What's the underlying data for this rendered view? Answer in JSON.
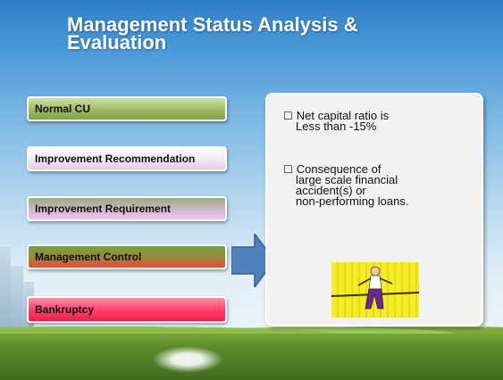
{
  "slide": {
    "title_line1": "Management Status Analysis &",
    "title_line2": "Evaluation"
  },
  "stages": [
    {
      "label": "Normal CU"
    },
    {
      "label": "Improvement Recommendation"
    },
    {
      "label": "Improvement Requirement"
    },
    {
      "label": "Management Control"
    },
    {
      "label": "Bankruptcy"
    }
  ],
  "criteria": {
    "bullet_glyph": "☐",
    "item1": {
      "line1": "Net capital ratio is",
      "line2": "Less than   -15%"
    },
    "item2": {
      "line1": "Consequence of",
      "line2": "large scale financial",
      "line3": "accident(s) or",
      "line4": "non-performing loans."
    }
  },
  "colors": {
    "arrow": "#4f81bd",
    "panel": "#f2f2f2",
    "bankruptcy": "#ff3e6a"
  },
  "icons": {
    "arrow": "right-arrow-icon",
    "figure": "tightrope-walker-icon"
  }
}
